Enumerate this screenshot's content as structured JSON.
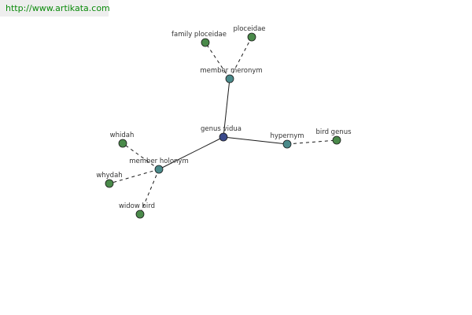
{
  "banner": {
    "url": "http://www.artikata.com"
  },
  "colors": {
    "center": "#3b4a8c",
    "relation": "#4a8a8a",
    "leaf": "#4a8a4a",
    "stroke": "#1a1a1a",
    "link": "#0a8a0a"
  },
  "graph": {
    "center": {
      "label": "genus vidua"
    },
    "relations": [
      {
        "id": "meronym",
        "label": "member meronym",
        "terms": [
          {
            "label": "family ploceidae"
          },
          {
            "label": "ploceidae"
          }
        ]
      },
      {
        "id": "hypernym",
        "label": "hypernym",
        "terms": [
          {
            "label": "bird genus"
          }
        ]
      },
      {
        "id": "holonym",
        "label": "member holonym",
        "terms": [
          {
            "label": "whidah"
          },
          {
            "label": "whydah"
          },
          {
            "label": "widow bird"
          }
        ]
      }
    ]
  }
}
